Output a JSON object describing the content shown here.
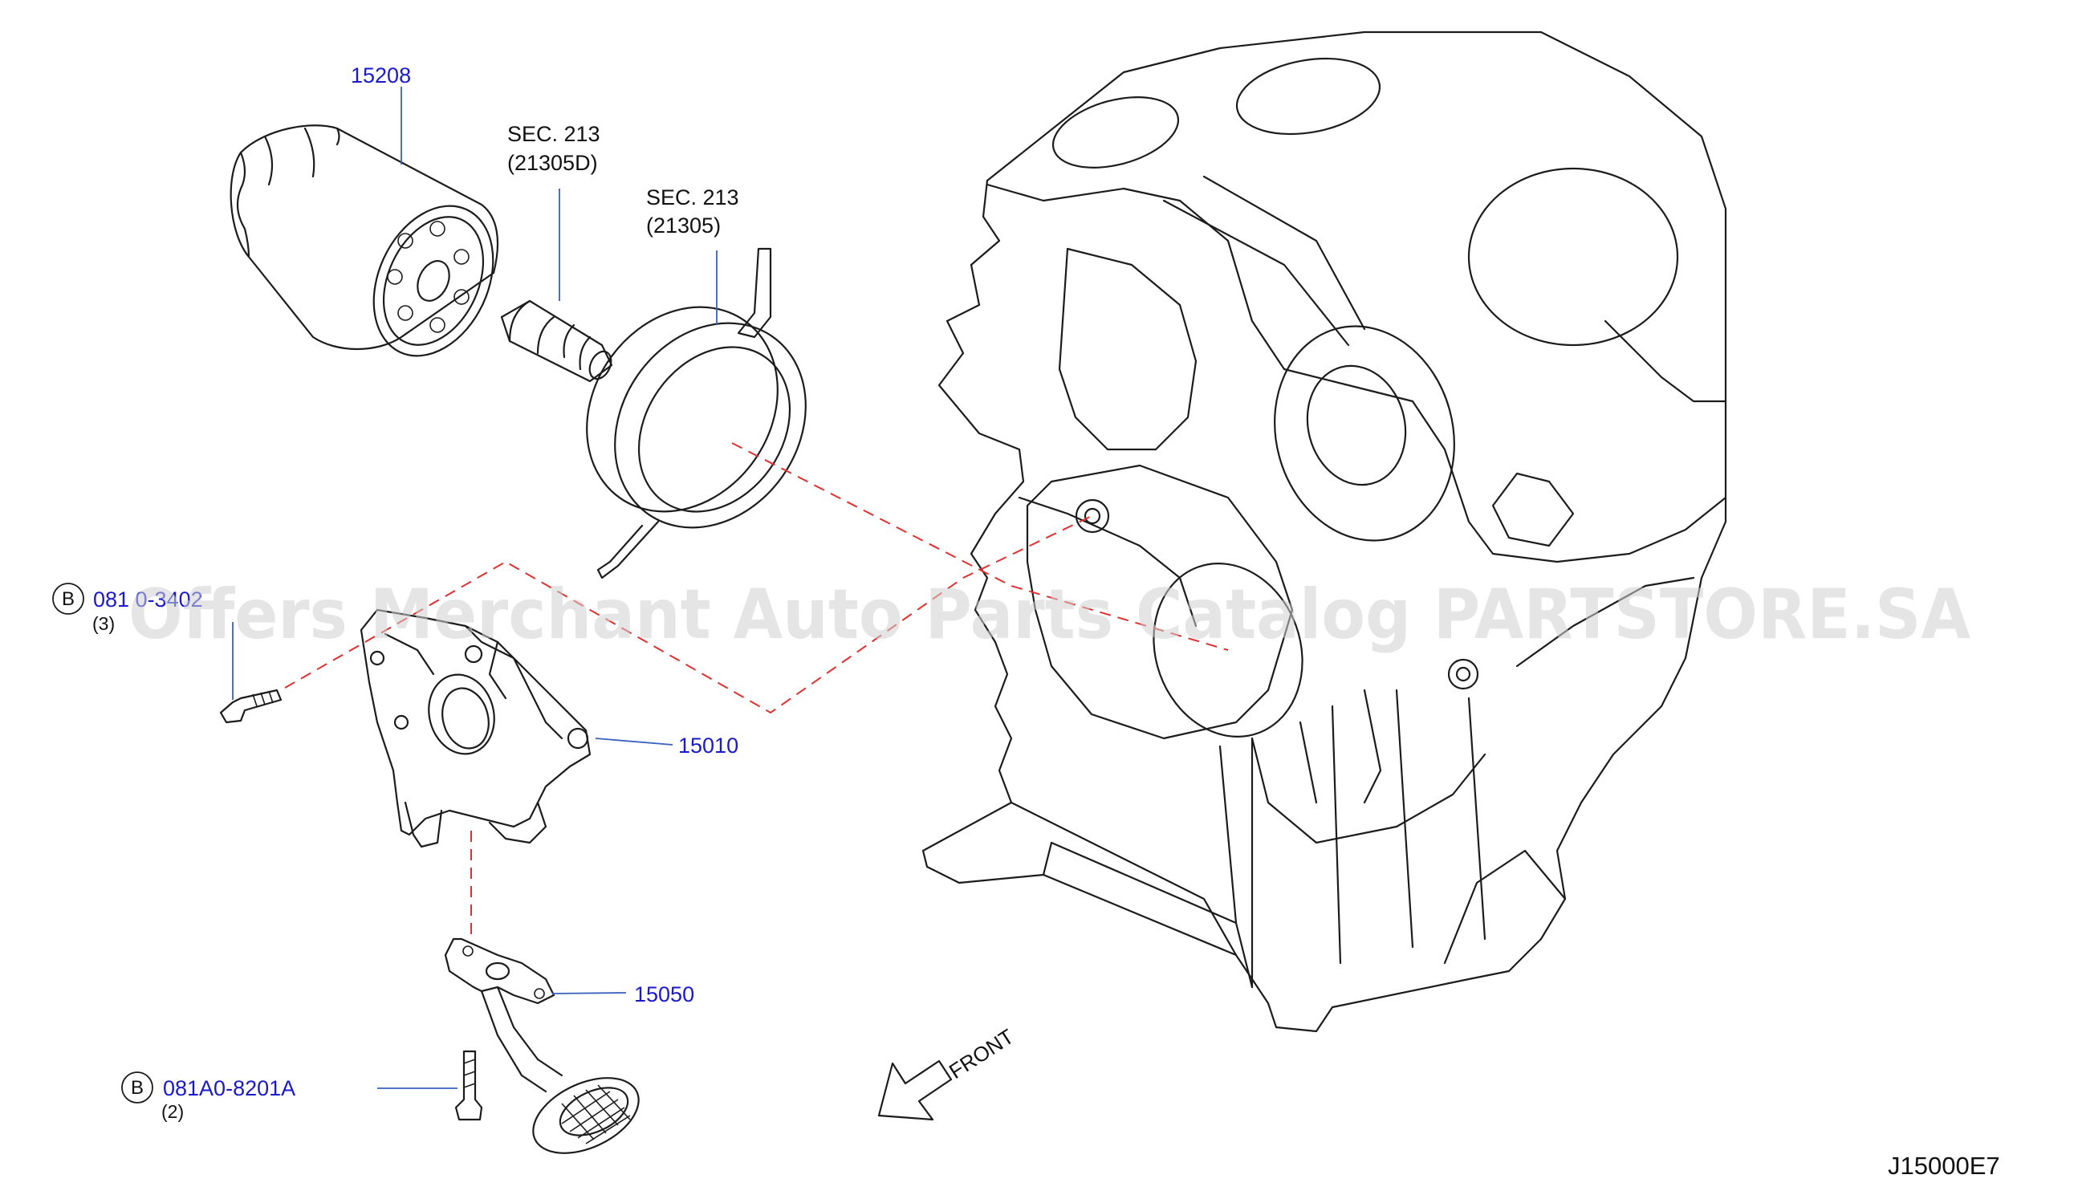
{
  "labels": {
    "oil_filter": "15208",
    "oil_pump": "15010",
    "strainer": "15050",
    "bolt_pump": "081 0-3402",
    "bolt_pump_qty": "(3)",
    "bolt_strainer": "081A0-8201A",
    "bolt_strainer_qty": "(2)",
    "badge_letter": "B"
  },
  "references": {
    "connector": {
      "sec": "SEC.   213",
      "part": "(21305D)"
    },
    "cooler": {
      "sec": "SEC.   213",
      "part": "(21305)"
    }
  },
  "front_label": "FRONT",
  "diagram_code": "J15000E7",
  "watermark": "Offers Merchant Auto Parts Catalog PARTSTORE.SA",
  "colors": {
    "part_number": "#1a1acc",
    "dashed_line": "#e03030",
    "leader": "#3a5fbf"
  }
}
